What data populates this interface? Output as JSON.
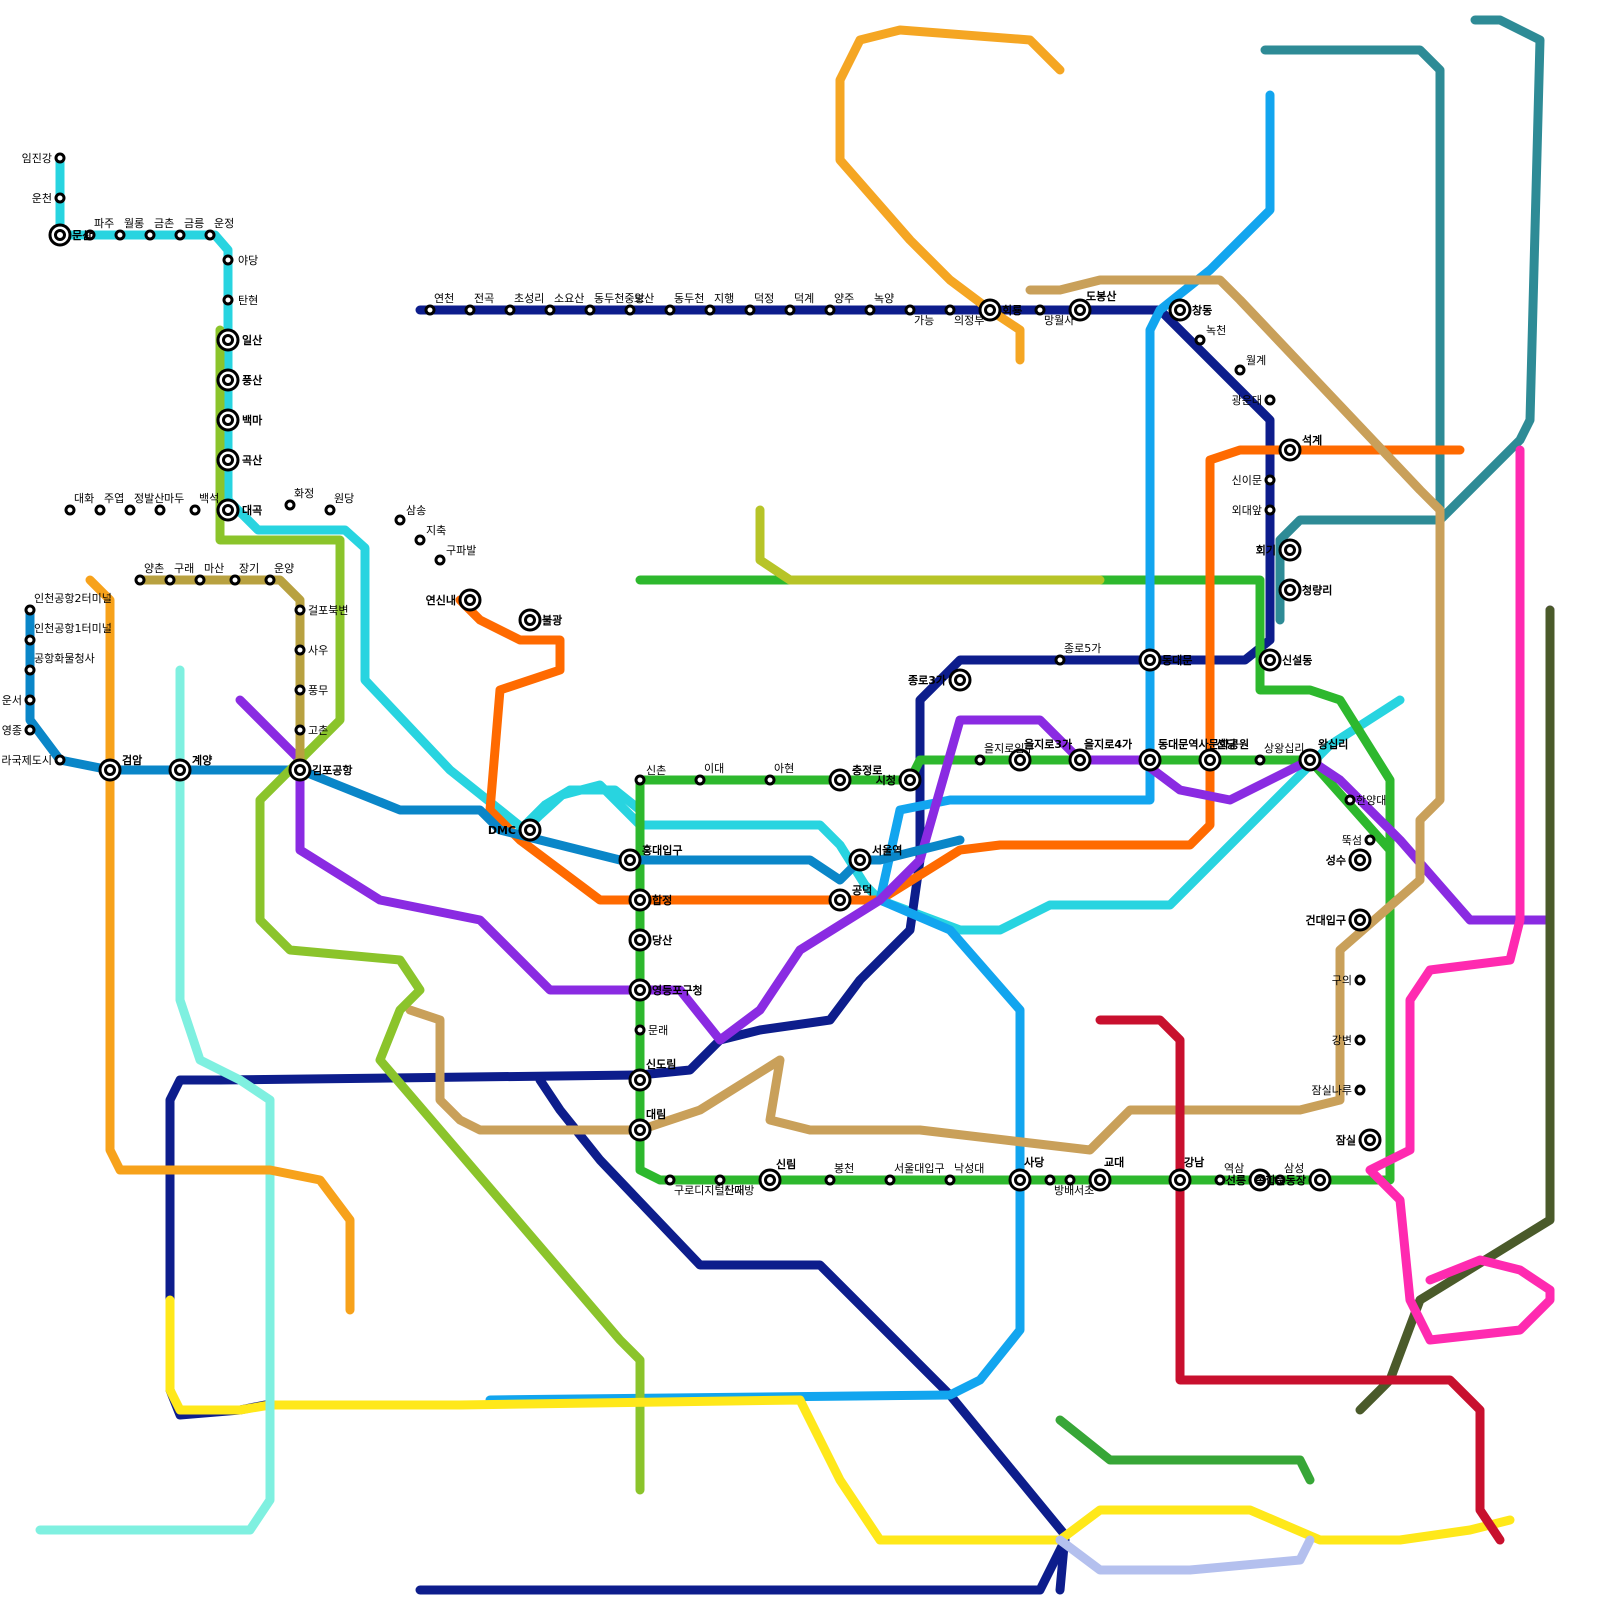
{
  "lines": [
    {
      "id": "L1",
      "color": "#0d1d8c"
    },
    {
      "id": "L2",
      "color": "#2db82d"
    },
    {
      "id": "L3",
      "color": "#ff6a00"
    },
    {
      "id": "L4",
      "color": "#12a5ef"
    },
    {
      "id": "L5",
      "color": "#8a2be2"
    },
    {
      "id": "L6",
      "color": "#c9a05a"
    },
    {
      "id": "L7",
      "color": "#4a5a2a"
    },
    {
      "id": "L8",
      "color": "#ff2ab0"
    },
    {
      "id": "L9",
      "color": "#c8a860"
    },
    {
      "id": "Arex",
      "color": "#0a86c8"
    },
    {
      "id": "Gyeongui",
      "color": "#28d4e0"
    },
    {
      "id": "Gyeongchun",
      "color": "#2e8b96"
    },
    {
      "id": "Suin",
      "color": "#ffe81a"
    },
    {
      "id": "Shinbundang",
      "color": "#c8102e"
    },
    {
      "id": "Uijeongbu",
      "color": "#f5a623"
    },
    {
      "id": "Everline",
      "color": "#37a637"
    },
    {
      "id": "Gimpo",
      "color": "#b8a140"
    },
    {
      "id": "Seohae",
      "color": "#8bc42b"
    },
    {
      "id": "Ui",
      "color": "#b7c428"
    },
    {
      "id": "Incheon1",
      "color": "#7ff0e0"
    },
    {
      "id": "Incheon2",
      "color": "#f7a21b"
    },
    {
      "id": "Yongin",
      "color": "#b4c0ee"
    }
  ],
  "stations": {
    "imjingang": "임진강",
    "uncheon": "운천",
    "munsan": "문산",
    "paju": "파주",
    "wollong": "월롱",
    "geumchon": "금촌",
    "geumneung": "금릉",
    "unjeong": "운정",
    "yadang": "야당",
    "tanhyeon": "탄현",
    "ilsan": "일산",
    "pungsan": "풍산",
    "baengma": "백마",
    "goksan": "곡산",
    "daegok": "대곡",
    "yangchon": "양촌",
    "guraemi": "구래",
    "masan": "마산",
    "janggi": "장기",
    "unyang": "운양",
    "geolpobukbyeon": "걸포북변",
    "sau": "사우",
    "pungmu": "풍무",
    "gochon": "고촌",
    "gimpoairport": "김포공항",
    "incheonair2": "인천공항2터미널",
    "incheonair1": "인천공항1터미널",
    "cargo": "공항화물청사",
    "unseo": "운서",
    "yeongjong": "영종",
    "cheongna": "청라국제도시",
    "geomam": "검암",
    "gyeyang": "계양",
    "digitalmedia": "DMC",
    "hongdae": "홍대입구",
    "gongdeok": "공덕",
    "seoulstn": "서울역",
    "yeonsinnae": "연신내",
    "bulgwang": "불광",
    "gupabal": "구파발",
    "jichuk": "지축",
    "samsong": "삼송",
    "wondang": "원당",
    "hwajeong": "화정",
    "juyeop": "주엽",
    "jeongbalsan": "정발산",
    "madu": "마두",
    "baekseok": "백석",
    "daehwa": "대화",
    "jongno3ga": "종로3가",
    "jongno5ga": "종로5가",
    "dongdaemun": "동대문",
    "sinseoldong": "신설동",
    "cheongnyangni": "청량리",
    "hoegi": "회기",
    "oedae": "외대앞",
    "sinimun": "신이문",
    "seokgye": "석계",
    "gwangun": "광운대",
    "wolgye": "월계",
    "nokcheon": "녹천",
    "changdong": "창동",
    "dobongsan": "도봉산",
    "mangwolsa": "망월사",
    "hoeryong": "회룡",
    "uijeongbu": "의정부",
    "ganeung": "가능",
    "nogyang": "녹양",
    "yangju": "양주",
    "deokgye": "덕계",
    "deokjeong": "덕정",
    "jihaeng": "지행",
    "dongducheon": "동두천",
    "soyosan": "소요산",
    "choseong": "초성리",
    "jeongok": "전곡",
    "yeoncheon": "연천",
    "bosan": "보산",
    "dongducheonjungang": "동두천중앙",
    "sinchon": "신촌",
    "ewha": "이대",
    "ahyeon": "아현",
    "chungjeongno": "충정로",
    "cityhall": "시청",
    "euljiro1": "을지로입구",
    "euljiro3": "을지로3가",
    "euljiro4": "을지로4가",
    "ddp": "동대문역사문화공원",
    "sindang": "신당",
    "sangwangsimni": "상왕십리",
    "wangsimni": "왕십리",
    "hanyang": "한양대",
    "ttukseom": "뚝섬",
    "seongsu": "성수",
    "konkuk": "건대입구",
    "guui": "구의",
    "gangbyeon": "강변",
    "jamsilnaru": "잠실나루",
    "jamsil": "잠실",
    "sports": "종합운동장",
    "samseong": "삼성",
    "seolleung": "선릉",
    "yeoksam": "역삼",
    "gangnam": "강남",
    "gyodae": "교대",
    "seocho": "서초",
    "bangbae": "방배",
    "sadang": "사당",
    "nakseongdae": "낙성대",
    "seoulnatuniv": "서울대입구",
    "bongcheon": "봉천",
    "sillim": "신림",
    "sindaebang": "신대방",
    "guro": "구로디지털단지",
    "daerim": "대림",
    "sindorim": "신도림",
    "mullae": "문래",
    "yeongdeungpogu": "영등포구청",
    "dangsan": "당산",
    "hapjeong": "합정",
    "daehwa2": "대화",
    "gupabal2": "구파발",
    "wondang2": "원당"
  },
  "chart_data": {
    "type": "table",
    "title": "",
    "note": "transit map"
  }
}
